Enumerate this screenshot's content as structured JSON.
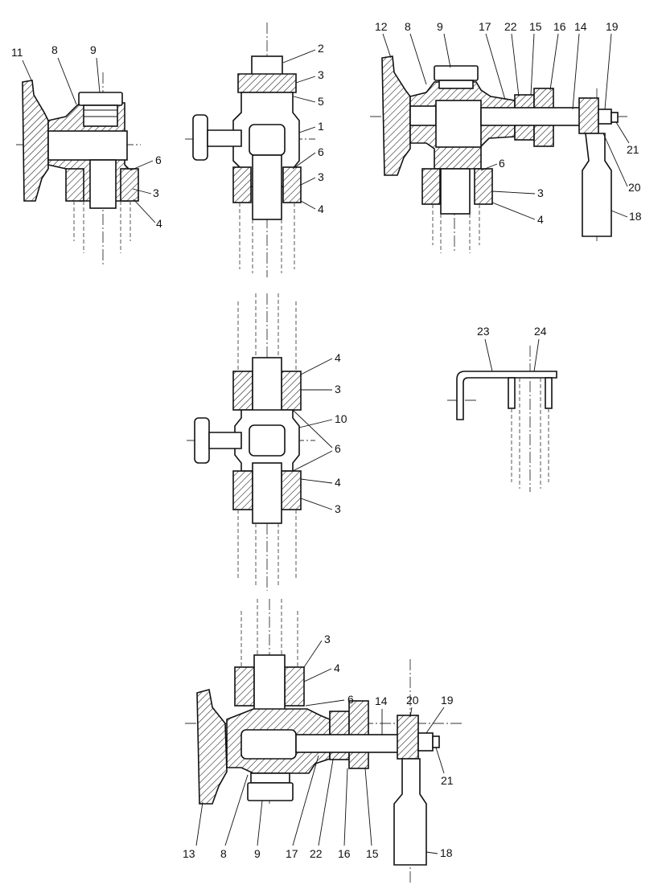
{
  "views": {
    "top_left": {
      "labels": [
        "11",
        "8",
        "9",
        "6",
        "3",
        "4"
      ]
    },
    "top_middle": {
      "labels": [
        "2",
        "3",
        "5",
        "1",
        "6",
        "3",
        "4"
      ]
    },
    "top_right": {
      "labels": [
        "12",
        "8",
        "9",
        "17",
        "22",
        "15",
        "16",
        "14",
        "19",
        "6",
        "3",
        "4",
        "21",
        "20",
        "18"
      ]
    },
    "middle": {
      "labels": [
        "4",
        "3",
        "10",
        "6",
        "4",
        "3"
      ]
    },
    "detail": {
      "labels": [
        "23",
        "24"
      ]
    },
    "bottom": {
      "labels": [
        "3",
        "4",
        "6",
        "14",
        "20",
        "19",
        "21",
        "13",
        "8",
        "9",
        "17",
        "22",
        "16",
        "15",
        "18"
      ]
    }
  }
}
